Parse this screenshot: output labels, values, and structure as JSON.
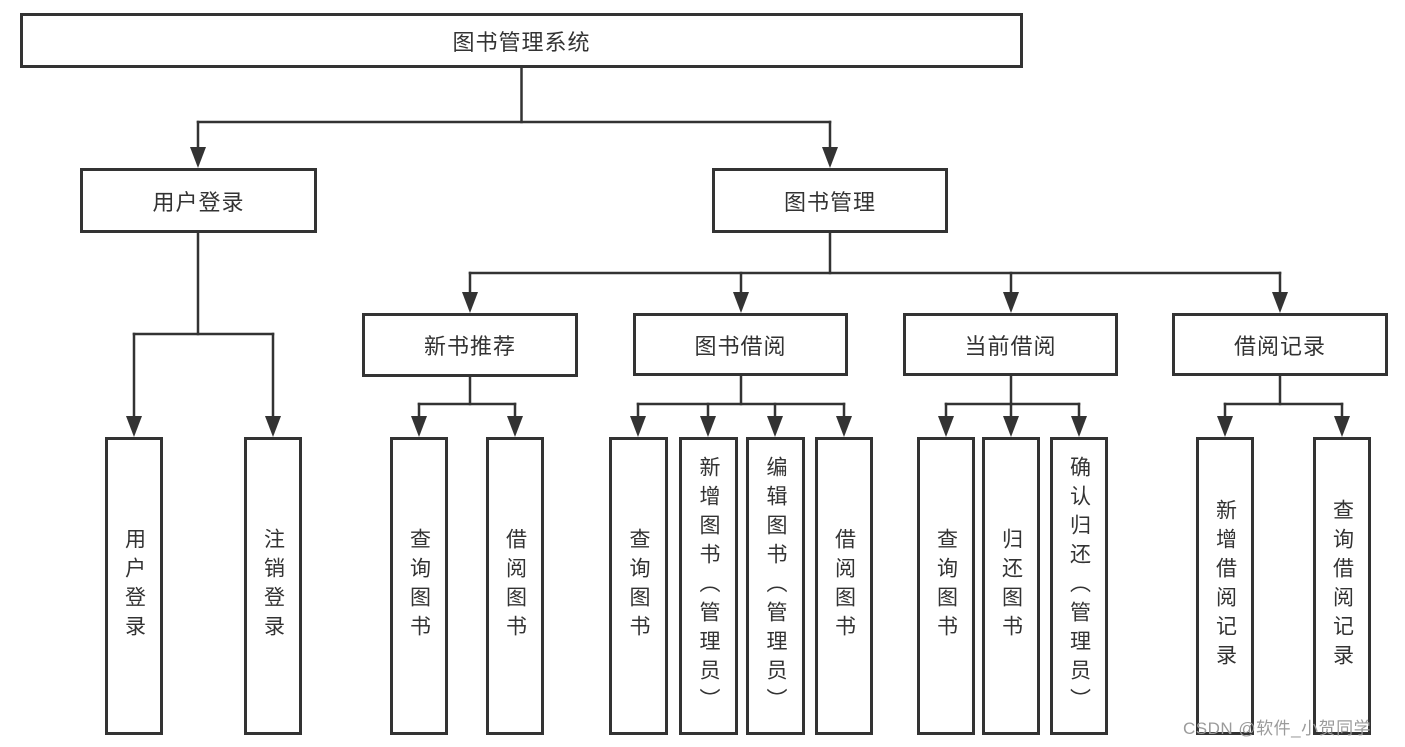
{
  "tree": {
    "label": "图书管理系统",
    "children": [
      {
        "label": "用户登录",
        "children": [
          {
            "label": "用户登录"
          },
          {
            "label": "注销登录"
          }
        ]
      },
      {
        "label": "图书管理",
        "children": [
          {
            "label": "新书推荐",
            "children": [
              {
                "label": "查询图书"
              },
              {
                "label": "借阅图书"
              }
            ]
          },
          {
            "label": "图书借阅",
            "children": [
              {
                "label": "查询图书"
              },
              {
                "label": "新增图书（管理员）"
              },
              {
                "label": "编辑图书（管理员）"
              },
              {
                "label": "借阅图书"
              }
            ]
          },
          {
            "label": "当前借阅",
            "children": [
              {
                "label": "查询图书"
              },
              {
                "label": "归还图书"
              },
              {
                "label": "确认归还（管理员）"
              }
            ]
          },
          {
            "label": "借阅记录",
            "children": [
              {
                "label": "新增借阅记录"
              },
              {
                "label": "查询借阅记录"
              }
            ]
          }
        ]
      }
    ]
  },
  "watermark": {
    "text": "CSDN @软件_小贺同学"
  },
  "colors": {
    "line": "#333333",
    "box_border": "#333333",
    "text": "#333333",
    "watermark": "#9b9b9b",
    "background": "#ffffff"
  }
}
